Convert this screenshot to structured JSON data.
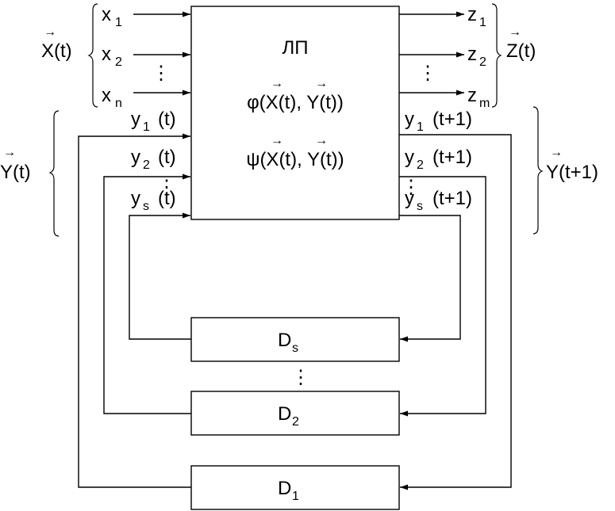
{
  "main_block": {
    "title": "ЛП",
    "func_phi": "φ(X(t), Y(t))",
    "func_psi": "ψ(X(t), Y(t))"
  },
  "input_vector": "X(t)",
  "output_vector": "Z(t)",
  "state_in_vector": "Y(t)",
  "state_out_vector": "Y(t+1)",
  "inputs": [
    {
      "base": "x",
      "index": "1"
    },
    {
      "base": "x",
      "index": "2"
    },
    {
      "base": "x",
      "index": "n"
    }
  ],
  "outputs": [
    {
      "base": "z",
      "index": "1"
    },
    {
      "base": "z",
      "index": "2"
    },
    {
      "base": "z",
      "index": "m"
    }
  ],
  "state_inputs": [
    {
      "base": "y",
      "index": "1",
      "arg": "(t)"
    },
    {
      "base": "y",
      "index": "2",
      "arg": "(t)"
    },
    {
      "base": "y",
      "index": "s",
      "arg": "(t)"
    }
  ],
  "state_outputs": [
    {
      "base": "y",
      "index": "1",
      "arg": "(t+1)"
    },
    {
      "base": "y",
      "index": "2",
      "arg": "(t+1)"
    },
    {
      "base": "y",
      "index": "s",
      "arg": "(t+1)"
    }
  ],
  "delays": [
    {
      "base": "D",
      "index": "s"
    },
    {
      "base": "D",
      "index": "2"
    },
    {
      "base": "D",
      "index": "1"
    }
  ],
  "ellipsis": "⋮",
  "arrow_symbol": "→"
}
